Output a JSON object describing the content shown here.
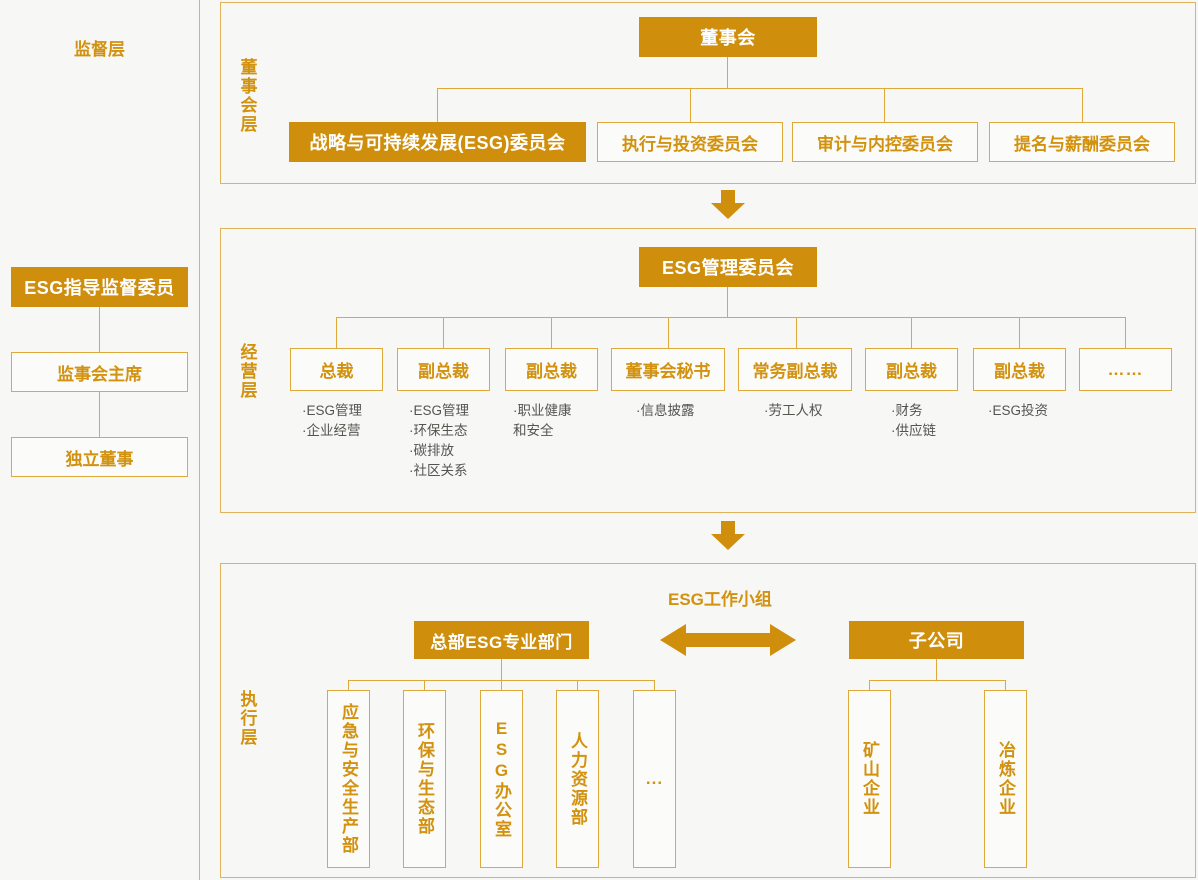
{
  "theme": {
    "accent_fill": "#cf8f0c",
    "accent_border": "#dfa93a",
    "accent_text": "#d2920f",
    "bullet_text": "#55544f",
    "background": "#f7f7f5"
  },
  "supervision_panel": {
    "title": "监督层",
    "nodes": [
      {
        "label": "ESG指导监督委员",
        "style": "solid"
      },
      {
        "label": "监事会主席",
        "style": "outline"
      },
      {
        "label": "独立董事",
        "style": "outline"
      }
    ]
  },
  "board_layer": {
    "layer_label": "董事会层",
    "root": {
      "label": "董事会",
      "style": "solid"
    },
    "committees": [
      {
        "label": "战略与可持续发展(ESG)委员会",
        "style": "solid"
      },
      {
        "label": "执行与投资委员会",
        "style": "outline"
      },
      {
        "label": "审计与内控委员会",
        "style": "outline"
      },
      {
        "label": "提名与薪酬委员会",
        "style": "outline"
      }
    ]
  },
  "management_layer": {
    "layer_label": "经营层",
    "root": {
      "label": "ESG管理委员会",
      "style": "solid"
    },
    "roles": [
      {
        "label": "总裁",
        "duties": [
          "·ESG管理",
          "·企业经营"
        ]
      },
      {
        "label": "副总裁",
        "duties": [
          "·ESG管理",
          "·环保生态",
          "·碳排放",
          "·社区关系"
        ]
      },
      {
        "label": "副总裁",
        "duties": [
          "·职业健康",
          " 和安全"
        ]
      },
      {
        "label": "董事会秘书",
        "duties": [
          "·信息披露"
        ]
      },
      {
        "label": "常务副总裁",
        "duties": [
          "·劳工人权"
        ]
      },
      {
        "label": "副总裁",
        "duties": [
          "·财务",
          "·供应链"
        ]
      },
      {
        "label": "副总裁",
        "duties": [
          "·ESG投资"
        ]
      },
      {
        "label": "……",
        "duties": []
      }
    ]
  },
  "execution_layer": {
    "layer_label": "执行层",
    "group_title": "ESG工作小组",
    "headquarters": {
      "label": "总部ESG专业部门",
      "style": "solid",
      "departments": [
        "应急与安全生产部",
        "环保与生态部",
        "ESG办公室",
        "人力资源部",
        "..."
      ]
    },
    "subsidiary": {
      "label": "子公司",
      "style": "solid",
      "departments": [
        "矿山企业",
        "冶炼企业"
      ]
    }
  },
  "icons": {
    "arrow_down_board_to_management": "arrow-down-icon",
    "arrow_down_management_to_execution": "arrow-down-icon",
    "arrow_double_horizontal": "arrow-left-right-icon"
  }
}
